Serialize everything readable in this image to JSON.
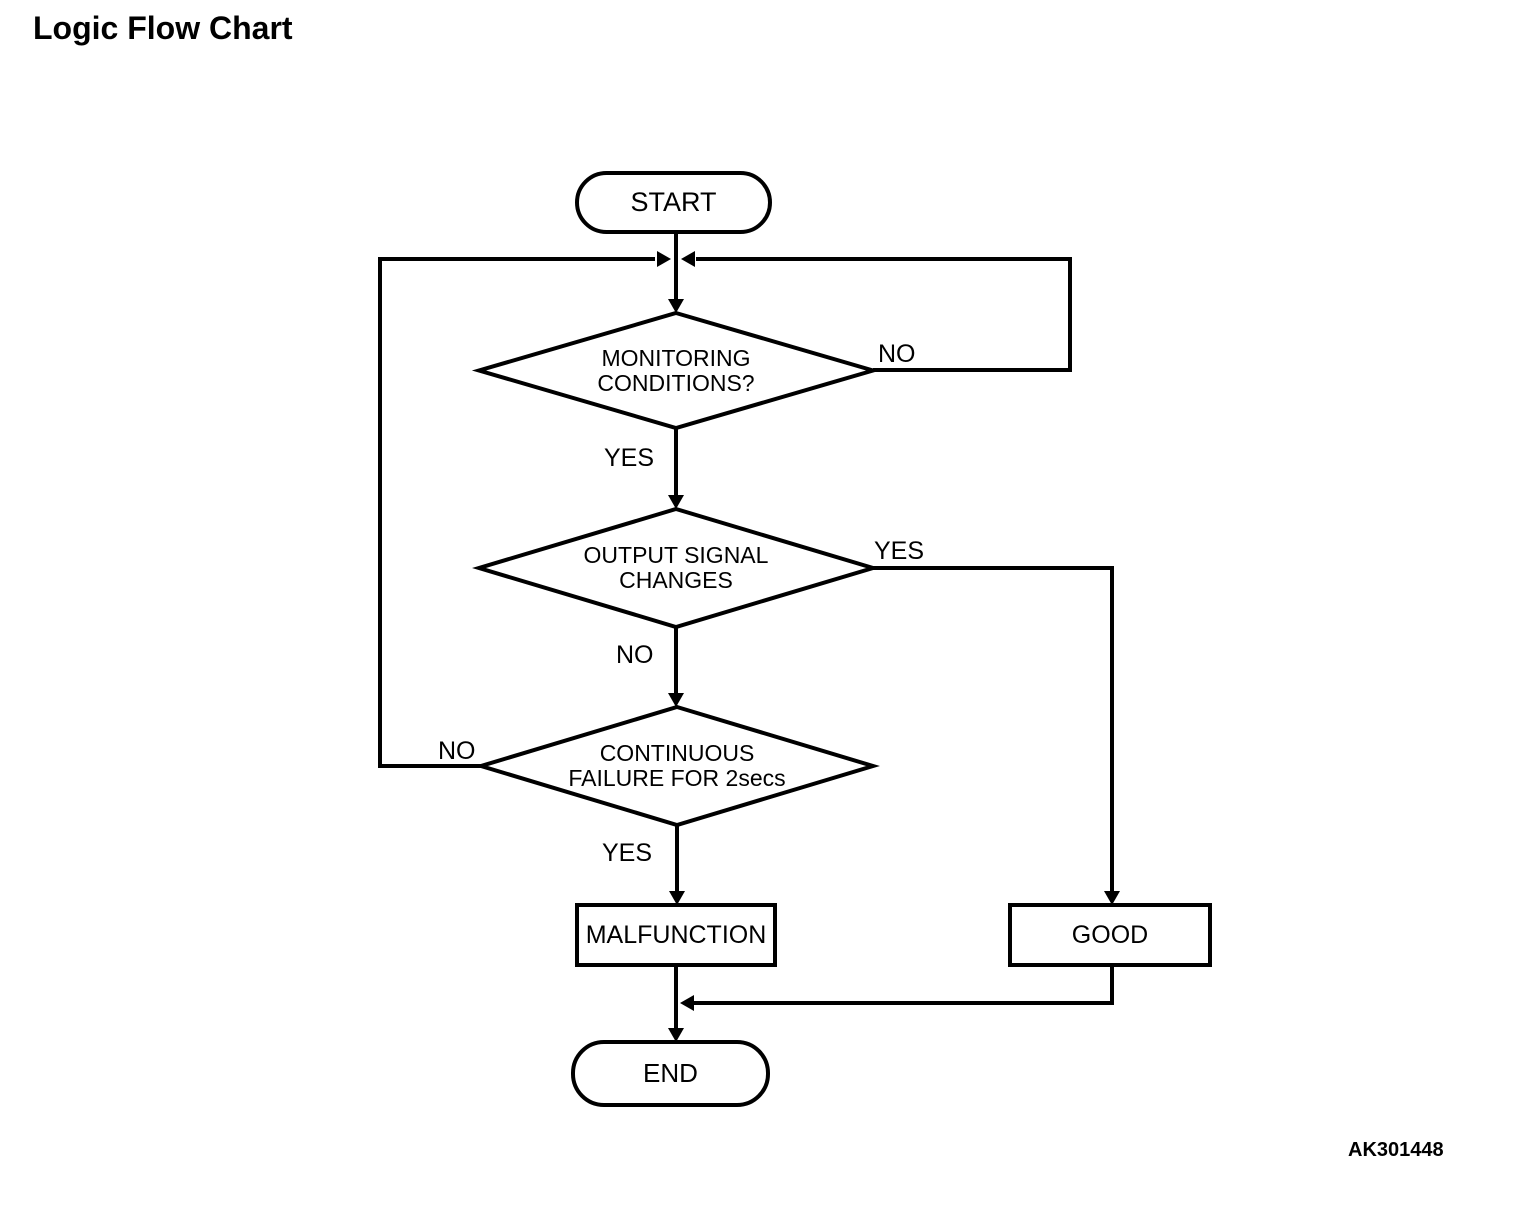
{
  "title": "Logic Flow Chart",
  "figure_code": "AK301448",
  "nodes": {
    "start": {
      "label": "START",
      "type": "terminal"
    },
    "decision_monitoring": {
      "line1": "MONITORING",
      "line2": "CONDITIONS?",
      "type": "decision"
    },
    "decision_output": {
      "line1": "OUTPUT SIGNAL",
      "line2": "CHANGES",
      "type": "decision"
    },
    "decision_continuous": {
      "line1": "CONTINUOUS",
      "line2": "FAILURE FOR 2secs",
      "type": "decision"
    },
    "malfunction": {
      "label": "MALFUNCTION",
      "type": "process"
    },
    "good": {
      "label": "GOOD",
      "type": "process"
    },
    "end": {
      "label": "END",
      "type": "terminal"
    }
  },
  "edge_labels": {
    "monitoring_no": "NO",
    "monitoring_yes": "YES",
    "output_yes": "YES",
    "output_no": "NO",
    "continuous_no": "NO",
    "continuous_yes": "YES"
  },
  "colors": {
    "stroke": "#000000",
    "background": "#ffffff",
    "text": "#000000"
  }
}
